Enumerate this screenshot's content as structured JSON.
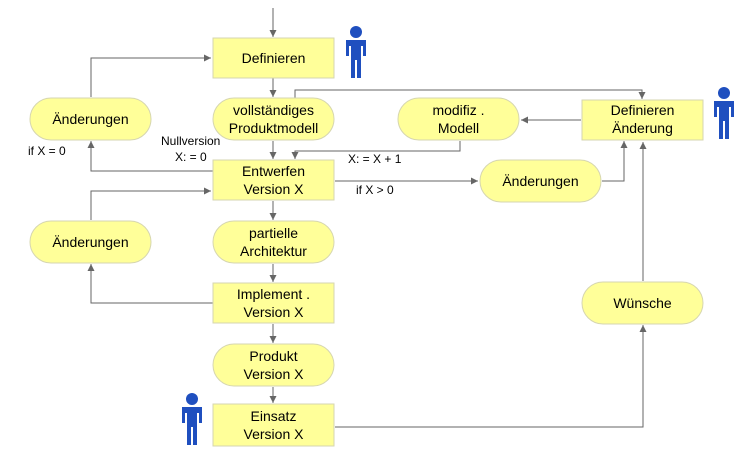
{
  "nodes": {
    "definieren": [
      "Definieren"
    ],
    "aenderungen_1": [
      "Änderungen"
    ],
    "produktmodell": [
      "vollständiges",
      "Produktmodell"
    ],
    "modifiz_modell": [
      "modifiz .",
      "Modell"
    ],
    "definieren_aenderung": [
      "Definieren",
      "Änderung"
    ],
    "entwerfen": [
      "Entwerfen",
      "Version X"
    ],
    "aenderungen_right": [
      "Änderungen"
    ],
    "aenderungen_2": [
      "Änderungen"
    ],
    "partielle_architektur": [
      "partielle",
      "Architektur"
    ],
    "implement": [
      "Implement .",
      "Version X"
    ],
    "produkt": [
      "Produkt",
      "Version X"
    ],
    "einsatz": [
      "Einsatz",
      "Version X"
    ],
    "wuensche": [
      "Wünsche"
    ]
  },
  "labels": {
    "if_x_0": "if X = 0",
    "nullversion": "Nullversion",
    "x_assign_0": "X: = 0",
    "x_increment": "X: = X + 1",
    "if_x_gt_0": "if X > 0"
  },
  "icons": [
    "person-icon",
    "person-icon",
    "person-icon"
  ],
  "colors": {
    "node_fill": "#ffff99",
    "person": "#1f4fbf",
    "edge": "#666666"
  }
}
